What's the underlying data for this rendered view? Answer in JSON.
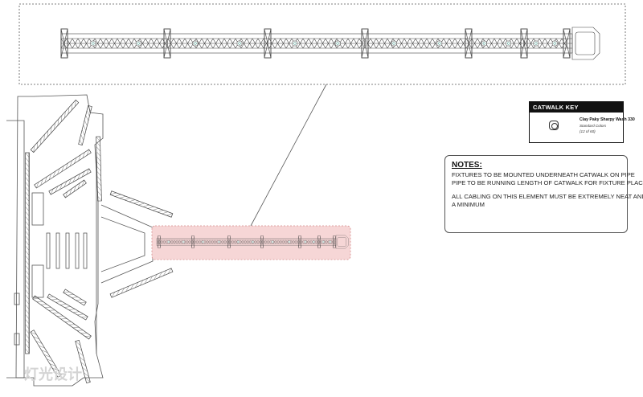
{
  "catwalk_key": {
    "title": "CATWALK KEY",
    "fixture_name": "Clay Paky Sharpy Wash 330",
    "fixture_color": "Standard Colors",
    "fixture_count": "(12 of 60)"
  },
  "notes": {
    "title": "NOTES:",
    "lines": [
      "FIXTURES TO BE MOUNTED UNDERNEATH CATWALK ON PIPE",
      "PIPE TO BE RUNNING LENGTH OF CATWALK FOR FIXTURE PLACEMENT",
      "ALL CABLING ON THIS ELEMENT MUST BE EXTREMELY NEAT AND KEPT TO",
      "A MINIMUM"
    ]
  },
  "watermark": "灯光设计",
  "colors": {
    "line": "#444444",
    "highlight_fill": "#f6d6d6",
    "highlight_stroke": "#d58b8b",
    "key_header": "#111111"
  }
}
